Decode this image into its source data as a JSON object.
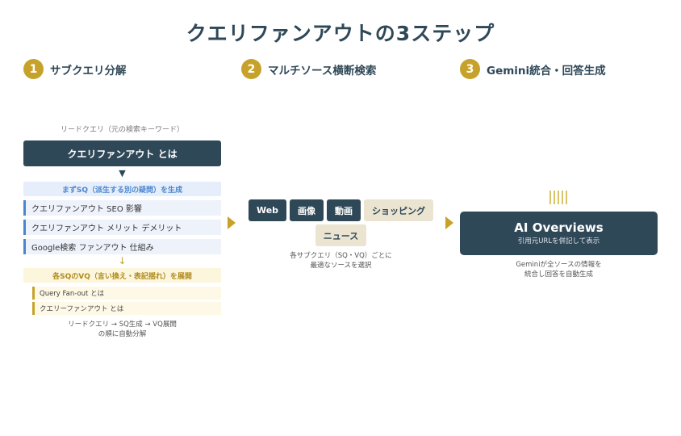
{
  "title": "クエリファンアウトの3ステップ",
  "colors": {
    "primary_dark": "#2f4858",
    "accent_gold": "#c7a22a",
    "sq_blue": "#4a86d0",
    "sq_bg": "#eef2fb",
    "vq_bg": "#fdf9e6",
    "chip_light": "#ebe4d1"
  },
  "steps": [
    {
      "number": "1",
      "label": "サブクエリ分解"
    },
    {
      "number": "2",
      "label": "マルチソース横断検索"
    },
    {
      "number": "3",
      "label": "Gemini統合・回答生成"
    }
  ],
  "step1": {
    "lead_caption": "リードクエリ（元の検索キーワード）",
    "lead_query": "クエリファンアウト とは",
    "down_triangle": "▼",
    "sq_heading": "まずSQ（派生する別の疑問）を生成",
    "sub_queries": [
      "クエリファンアウト SEO 影響",
      "クエリファンアウト メリット デメリット",
      "Google検索 ファンアウト 仕組み"
    ],
    "down_arrow": "↓",
    "vq_heading": "各SQのVQ（言い換え・表記揺れ）を展開",
    "variant_queries": [
      "Query Fan-out とは",
      "クエリーファンアウト とは"
    ],
    "caption_line1": "リードクエリ → SQ生成 → VQ展開",
    "caption_line2": "の順に自動分解"
  },
  "step2": {
    "sources": [
      {
        "label": "Web",
        "style": "dark"
      },
      {
        "label": "画像",
        "style": "dark"
      },
      {
        "label": "動画",
        "style": "dark"
      },
      {
        "label": "ショッピング",
        "style": "light"
      },
      {
        "label": "ニュース",
        "style": "light"
      }
    ],
    "caption_line1": "各サブクエリ（SQ・VQ）ごとに",
    "caption_line2": "最適なソースを選択"
  },
  "step3": {
    "box_title": "AI Overviews",
    "box_subtitle": "引用元URLを併記して表示",
    "caption_line1": "Geminiが全ソースの情報を",
    "caption_line2": "統合し回答を自動生成"
  }
}
